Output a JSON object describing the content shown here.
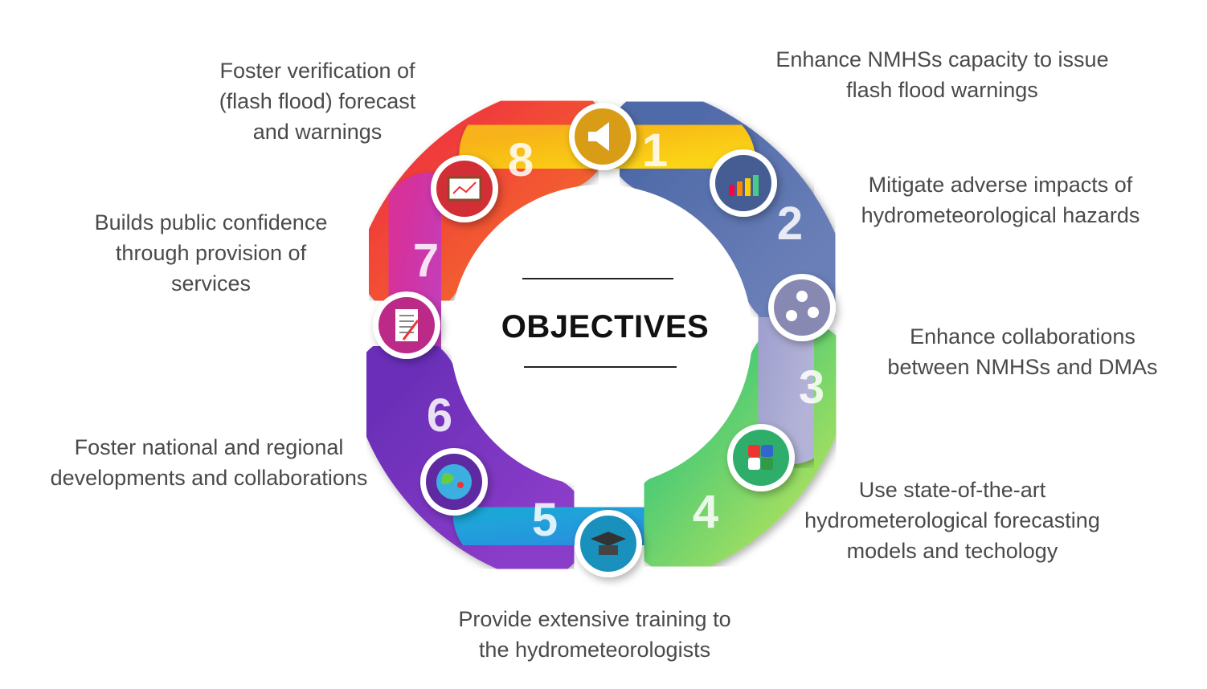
{
  "center": {
    "title": "OBJECTIVES"
  },
  "objectives": [
    {
      "number": "1",
      "text": "Enhance NMHSs capacity to issue\nflash flood warnings",
      "icon": "megaphone-icon",
      "color": "#f7b21a",
      "color2": "#fbd415"
    },
    {
      "number": "2",
      "text": "Mitigate adverse impacts of\nhydrometeorological hazards",
      "icon": "bar-chart-icon",
      "color": "#4f6aa8",
      "color2": "#6a7fb8"
    },
    {
      "number": "3",
      "text": "Enhance collaborations\nbetween NMHSs and DMAs",
      "icon": "network-people-icon",
      "color": "#9b9ccc",
      "color2": "#b3b3d8"
    },
    {
      "number": "4",
      "text": "Use state-of-the-art\nhydrometerological forecasting\nmodels  and techology",
      "icon": "puzzle-icon",
      "color": "#35c57a",
      "color2": "#a8e060"
    },
    {
      "number": "5",
      "text": "Provide extensive training to\nthe hydrometeorologists",
      "icon": "graduation-cap-icon",
      "color": "#1ea6d8",
      "color2": "#2a8de0"
    },
    {
      "number": "6",
      "text": "Foster national and regional\ndevelopments and collaborations",
      "icon": "globe-icon",
      "color": "#6b2fb8",
      "color2": "#8a3cc8"
    },
    {
      "number": "7",
      "text": "Builds public confidence\nthrough provision of\nservices",
      "icon": "document-icon",
      "color": "#d6309a",
      "color2": "#c040c0"
    },
    {
      "number": "8",
      "text": "Foster verification of\n(flash flood) forecast\nand warnings",
      "icon": "presentation-chart-icon",
      "color": "#f0353e",
      "color2": "#f36a2a"
    }
  ]
}
